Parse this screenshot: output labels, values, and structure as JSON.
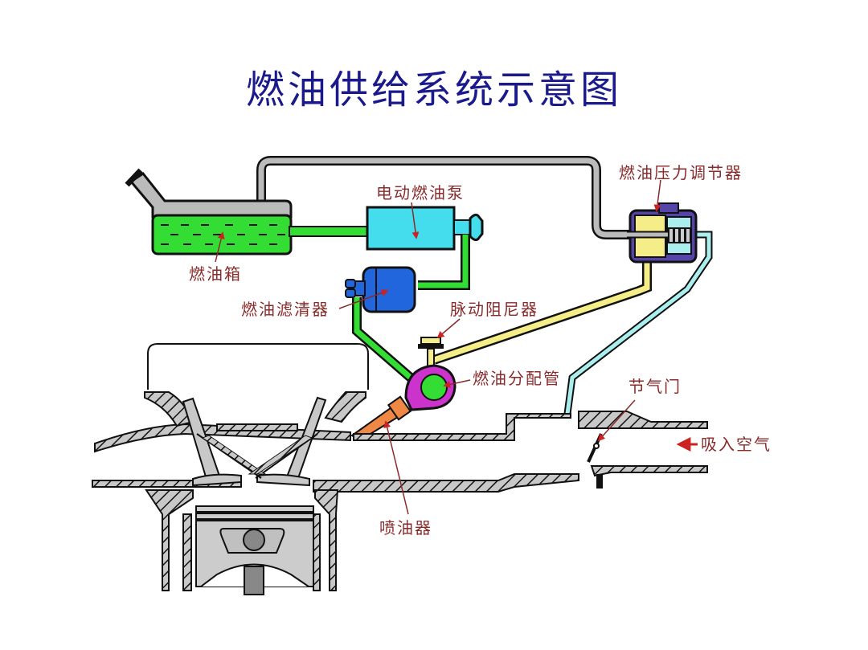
{
  "title": "燃油供给系统示意图",
  "labels": {
    "pump": "电动燃油泵",
    "tank": "燃油箱",
    "filter": "燃油滤清器",
    "regulator": "燃油压力调节器",
    "damper": "脉动阻尼器",
    "rail": "燃油分配管",
    "throttle": "节气门",
    "intake_air": "吸入空气",
    "injector": "喷油器"
  },
  "colors": {
    "title": "#1a1a8c",
    "label": "#8b2a2a",
    "fuel_supply": "#33dd33",
    "return_line": "#bbbbbb",
    "pump_body": "#44ddee",
    "filter_body": "#2266dd",
    "pressure_line": "#f5ee88",
    "vacuum_line": "#aaeeee",
    "regulator_body": "#5544aa",
    "rail_body": "#cc33cc",
    "injector_body": "#ee8844",
    "arrow": "#cc2222"
  }
}
